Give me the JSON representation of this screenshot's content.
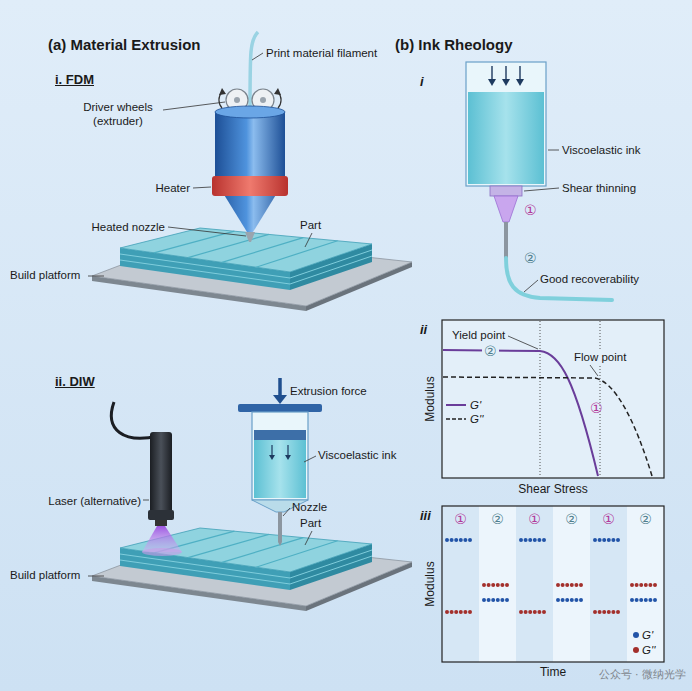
{
  "diagram": {
    "labels": [
      "(a) Material Extrusion",
      "(b) Ink Rheology",
      "i. FDM",
      "Print material filament",
      "Driver wheels (extruder)",
      "Heater",
      "Heated nozzle",
      "Part",
      "Build platform",
      "ii. DIW",
      "Extrusion force",
      "Viscoelastic ink",
      "Laser (alternative)",
      "Nozzle",
      "Part",
      "Build platform",
      "i",
      "Viscoelastic ink",
      "Shear thinning",
      "①",
      "②",
      "Good recoverability",
      "ii",
      "Yield point",
      "Flow point",
      "②",
      "①",
      "Modulus",
      "Shear Stress",
      "iii",
      "①",
      "②",
      "①",
      "②",
      "①",
      "②",
      "Modulus",
      "Time",
      "公众号 · 微纳光学"
    ],
    "legend": [
      {
        "text": "G'"
      },
      {
        "text": "G''"
      },
      {
        "text": "G'",
        "color": "#2254a8"
      },
      {
        "text": "G''",
        "color": "#a3302c"
      }
    ]
  }
}
